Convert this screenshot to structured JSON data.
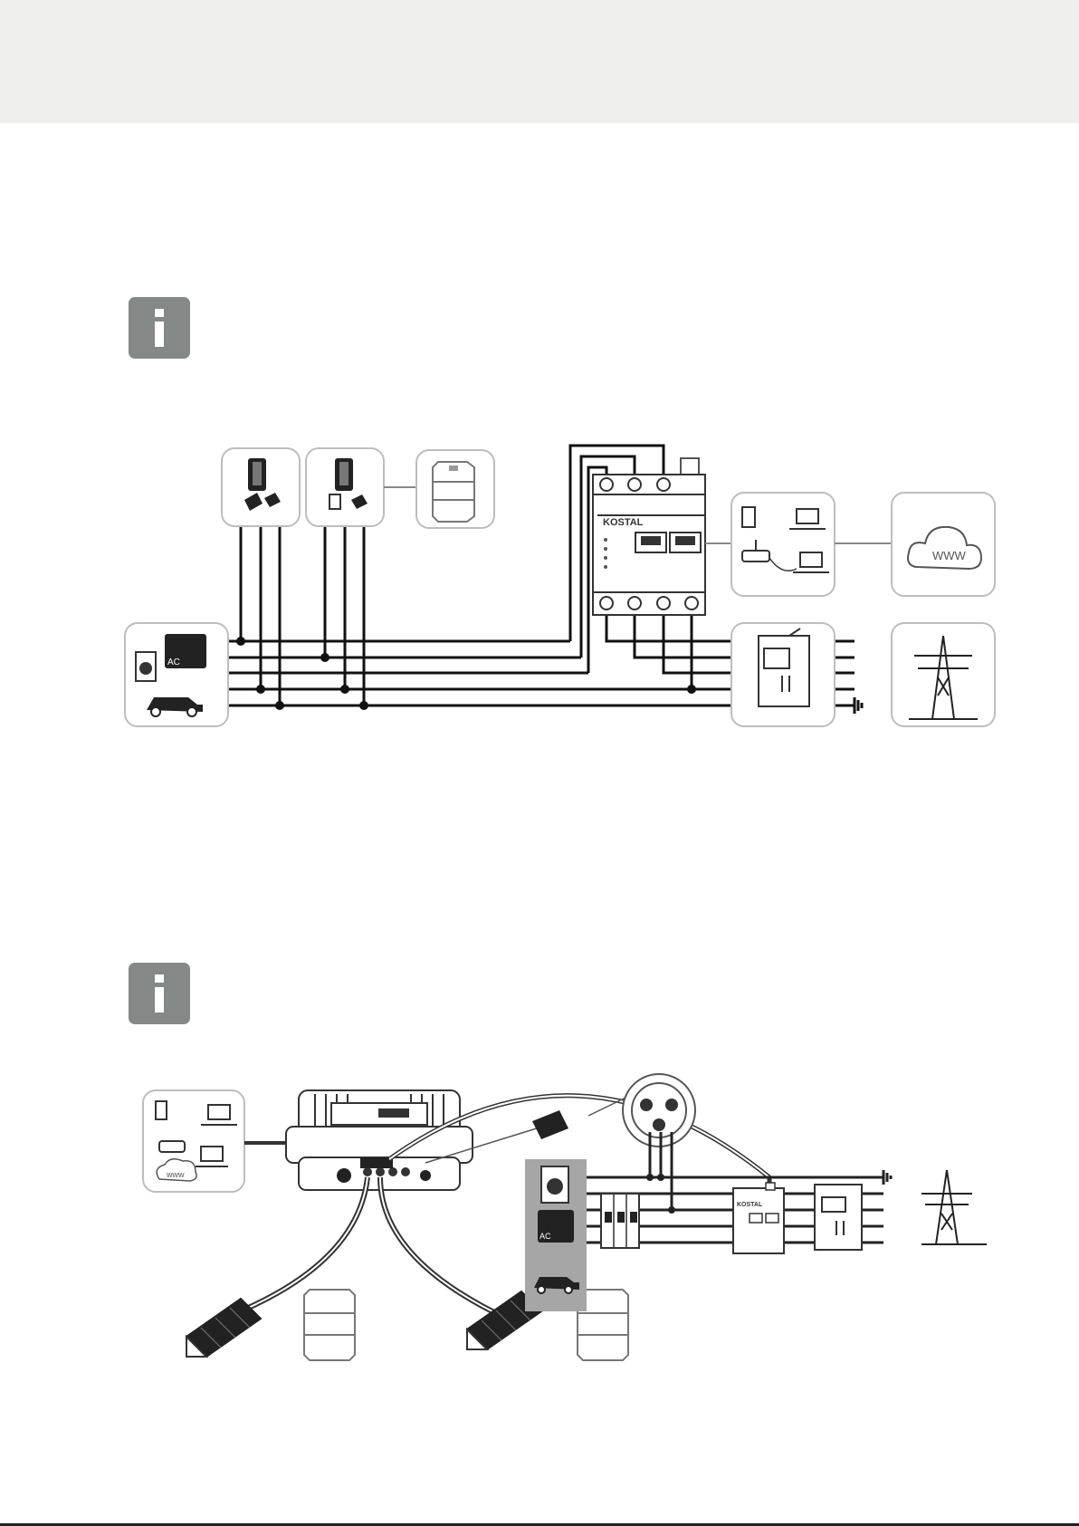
{
  "header": {
    "band_color": "#efefee"
  },
  "icons": {
    "info_1": "info-icon",
    "info_2": "info-icon",
    "info_color": "#848886"
  },
  "diagram_1": {
    "brand_text": "KOSTAL",
    "cloud_text": "WWW",
    "ac_text": "AC",
    "components": [
      "inverter-icon",
      "hybrid-inverter-icon",
      "battery-icon",
      "energy-manager-icon",
      "network-devices-icon",
      "internet-cloud-icon",
      "household-loads-icon",
      "electricity-meter-icon",
      "grid-pylon-icon"
    ]
  },
  "diagram_2": {
    "brand_text": "KOSTAL",
    "cloud_text": "www",
    "ac_text": "AC",
    "components": [
      "network-devices-icon",
      "hybrid-inverter-icon",
      "pv-module-icon",
      "battery-icon",
      "circular-connector-icon",
      "household-loads-icon",
      "circuit-breaker-icon",
      "energy-manager-icon",
      "electricity-meter-icon",
      "grid-pylon-icon"
    ]
  }
}
